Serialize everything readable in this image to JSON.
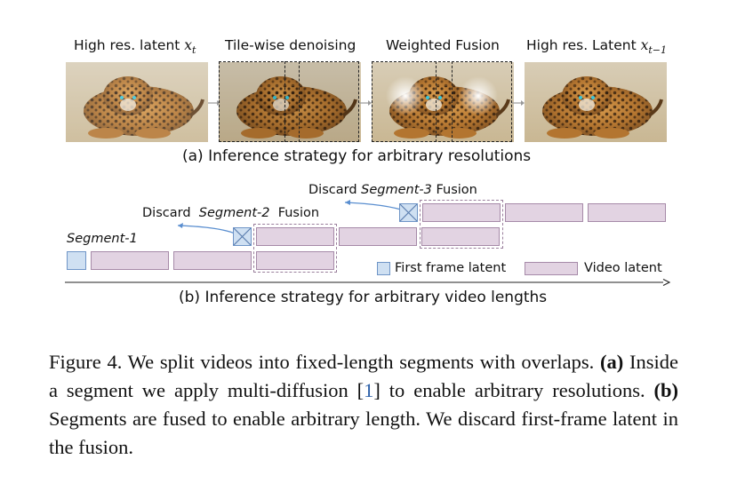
{
  "panel_a": {
    "steps": [
      {
        "label": "High res. latent ",
        "var": "x",
        "sub": "t"
      },
      {
        "label": "Tile-wise denoising"
      },
      {
        "label": "Weighted Fusion"
      },
      {
        "label": "High res. Latent ",
        "var": "x",
        "sub": "t−1"
      }
    ],
    "caption": "(a) Inference strategy for arbitrary resolutions"
  },
  "panel_b": {
    "segments": {
      "seg1": "Segment-1",
      "seg2_discard": "Discard",
      "seg2": "Segment-2",
      "seg2_fusion": "Fusion",
      "seg3_discard": "Discard",
      "seg3": "Segment-3",
      "seg3_fusion": "Fusion"
    },
    "legend": {
      "first": "First frame latent",
      "video": "Video latent"
    },
    "caption": "(b) Inference strategy for arbitrary video lengths"
  },
  "figure_caption": {
    "prefix": "Figure 4.  We split videos into fixed-length segments with overlaps. ",
    "a_tag": "(a)",
    "a_text": " Inside a segment we apply multi-diffusion [",
    "ref": "1",
    "a_text2": "] to enable arbitrary resolutions.  ",
    "b_tag": "(b)",
    "b_text": " Segments are fused to enable arbitrary length. We discard first-frame latent in the fusion."
  },
  "colors": {
    "first_frame": "#cfe0f2",
    "video_latent": "#e2d3e2",
    "arrow_blue": "#5b8fd0",
    "ref_blue": "#2c60a8"
  }
}
